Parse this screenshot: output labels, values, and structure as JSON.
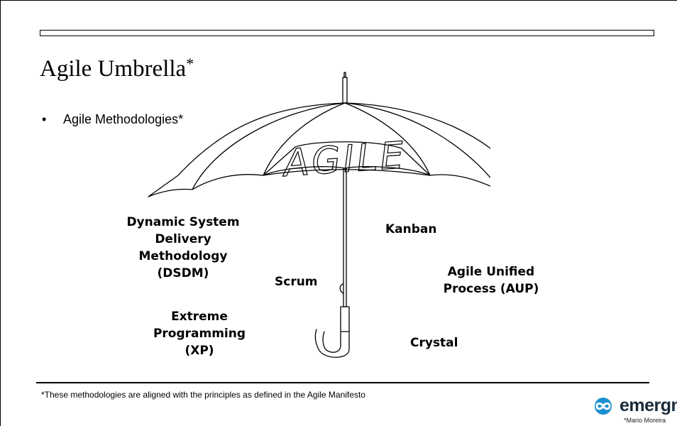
{
  "slide": {
    "title": "Agile Umbrella",
    "title_mark": "*",
    "bullet": "Agile Methodologies*",
    "umbrella_label": "AGILE",
    "methods": {
      "dsdm": "Dynamic System\nDelivery\nMethodology\n(DSDM)",
      "kanban": "Kanban",
      "scrum": "Scrum",
      "aup": "Agile Unified\nProcess (AUP)",
      "xp": "Extreme\nProgramming\n(XP)",
      "crystal": "Crystal"
    },
    "footnote": "*These methodologies are aligned with the principles as defined in the Agile Manifesto",
    "logo": {
      "name": "emergn",
      "color": "#1a8fd0"
    },
    "credit": "*Mario Moreira"
  }
}
